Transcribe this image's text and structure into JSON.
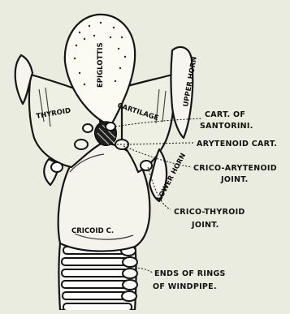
{
  "figure": {
    "palette": {
      "paper": "#e9ecdf",
      "ink": "#151515",
      "shade": "#3a3a3a"
    },
    "parts": {
      "epiglottis": "EPIGLOTTIS",
      "thyroid_cartilage_left": "THYROID",
      "thyroid_cartilage_right": "CARTILAGE",
      "upper_horn": "UPPER HORN",
      "lower_horn": "LOWER HORN",
      "cricoid": "CRICOID C."
    },
    "callouts": {
      "santorini_line1": "CART. OF",
      "santorini_line2": "SANTORINI.",
      "arytenoid": "ARYTENOID CART.",
      "crico_arytenoid_line1": "CRICO-ARYTENOID",
      "crico_arytenoid_line2": "JOINT.",
      "crico_thyroid_line1": "CRICO-THYROID",
      "crico_thyroid_line2": "JOINT.",
      "rings_line1": "ENDS OF RINGS",
      "rings_line2": "OF WINDPIPE."
    }
  }
}
